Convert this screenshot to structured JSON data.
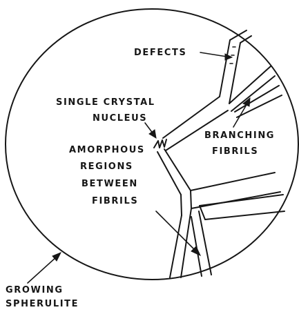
{
  "labels": {
    "defects": "DEFECTS",
    "nucleus_line1": "SINGLE CRYSTAL",
    "nucleus_line2": "NUCLEUS",
    "branching_line1": "BRANCHING",
    "branching_line2": "FIBRILS",
    "amorphous_line1": "AMORPHOUS",
    "amorphous_line2": "REGIONS",
    "amorphous_line3": "BETWEEN",
    "amorphous_line4": "FIBRILS",
    "spherulite_line1": "GROWING",
    "spherulite_line2": "SPHERULITE"
  },
  "colors": {
    "ink": "#161616",
    "background": "#ffffff"
  }
}
